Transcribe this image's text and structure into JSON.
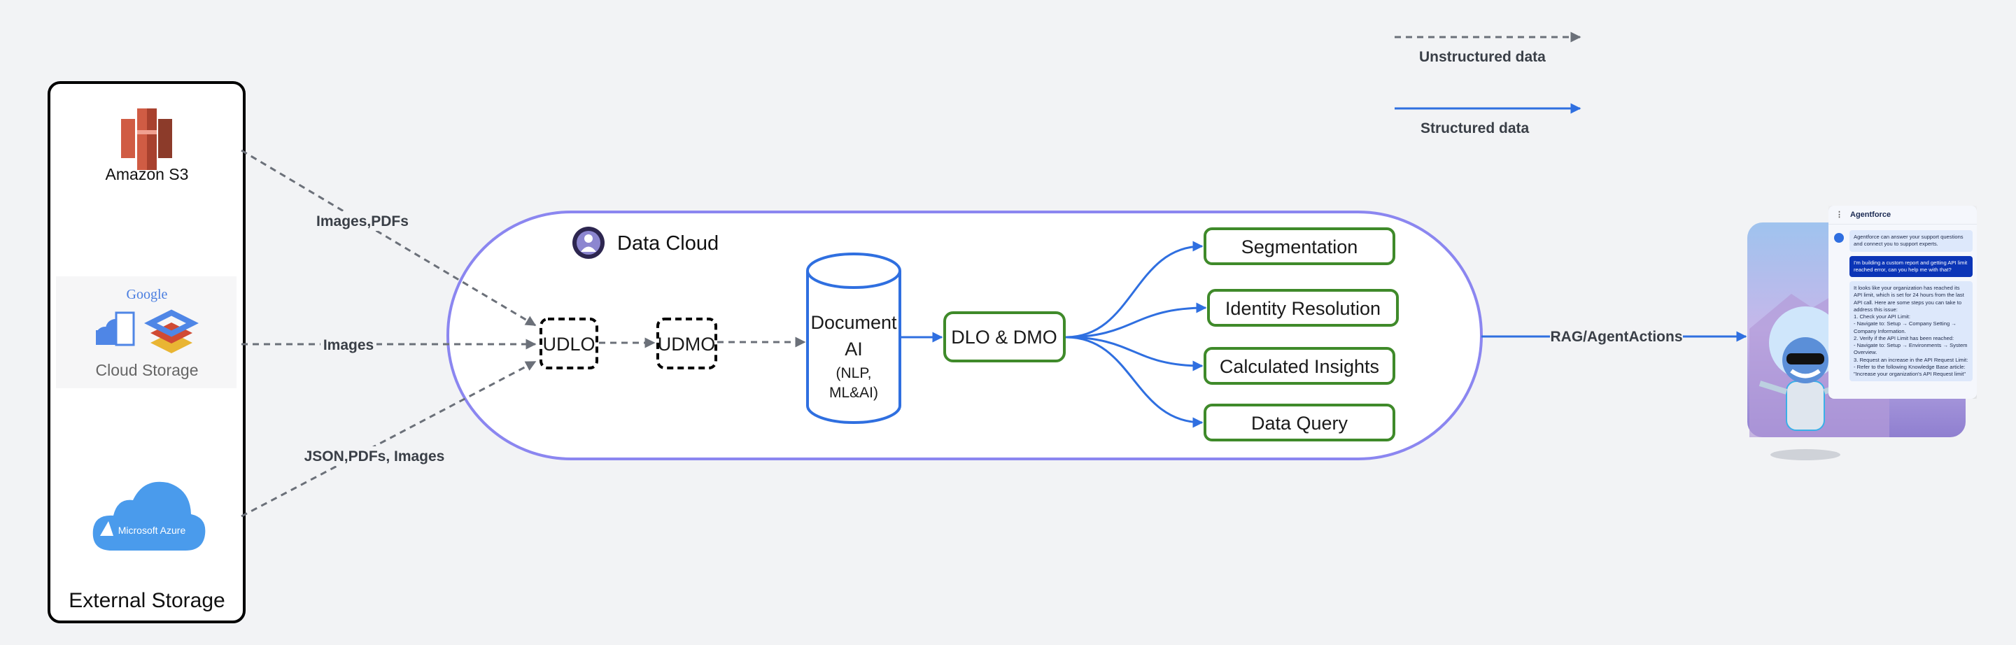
{
  "legend": {
    "unstructured_label": "Unstructured data",
    "structured_label": "Structured data"
  },
  "external_storage": {
    "title": "External Storage",
    "sources": [
      {
        "name": "Amazon S3",
        "icon": "amazon-s3-icon"
      },
      {
        "brand": "Google",
        "name": "Cloud Storage",
        "icon": "google-cloud-storage-icon"
      },
      {
        "name": "Microsoft Azure",
        "icon": "microsoft-azure-icon"
      }
    ]
  },
  "edges": {
    "s3_label": "Images,PDFs",
    "gcs_label": "Images",
    "azure_label": "JSON,PDFs, Images",
    "output_label": "RAG/AgentActions"
  },
  "data_cloud": {
    "title": "Data Cloud",
    "udlo": "UDLO",
    "udmo": "UDMO",
    "document_ai": {
      "line1": "Document",
      "line2": "AI",
      "line3": "(NLP,",
      "line4": "ML&AI)"
    },
    "dlo_dmo": "DLO & DMO",
    "outputs": [
      "Segmentation",
      "Identity Resolution",
      "Calculated Insights",
      "Data Query"
    ]
  },
  "agentforce": {
    "title": "Agentforce",
    "messages": [
      "Agentforce can answer your support questions and connect you to support experts.",
      "I'm building a custom report and getting API limit reached error, can you help me with that?"
    ],
    "reply_intro": "It looks like your organization has reached its API limit, which is set for 24 hours from the last API call. Here are some steps you can take to address this issue:",
    "reply_steps": [
      "1. Check your API Limit:",
      "- Navigate to: Setup → Company Setting → Company Information.",
      "2. Verify if the API Limit has been reached:",
      "- Navigate to: Setup → Environments → System Overview.",
      "3. Request an increase in the API Request Limit:",
      "- Refer to the following Knowledge Base article: \"Increase your organization's API Request limit\""
    ]
  },
  "colors": {
    "background": "#f2f3f5",
    "unstructured": "#6b7079",
    "structured": "#2f6fe0",
    "data_cloud_border": "#8b86f0",
    "output_box_border": "#3f8a2a",
    "s3": "#d05c44",
    "azure": "#4a9bec"
  }
}
